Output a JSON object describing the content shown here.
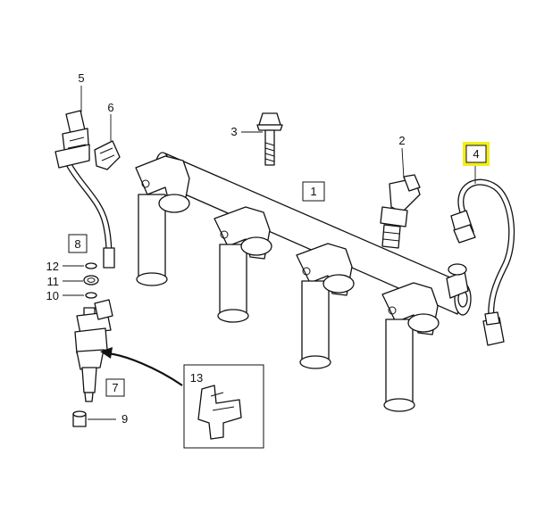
{
  "callouts": {
    "c1": "1",
    "c2": "2",
    "c3": "3",
    "c4": "4",
    "c5": "5",
    "c6": "6",
    "c7": "7",
    "c8": "8",
    "c9": "9",
    "c10": "10",
    "c11": "11",
    "c12": "12",
    "c13": "13"
  },
  "colors": {
    "highlight": "#f2ee1a",
    "line": "#111111",
    "background": "#ffffff"
  }
}
